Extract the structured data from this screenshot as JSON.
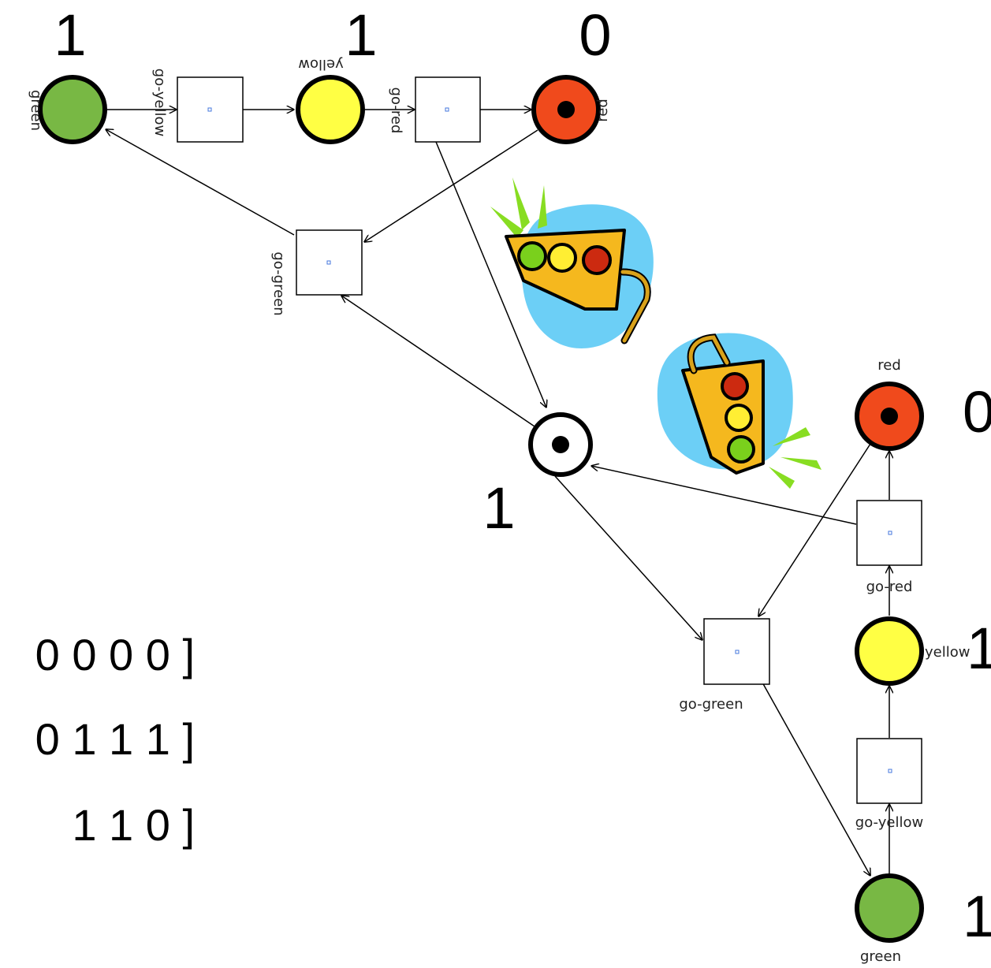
{
  "colors": {
    "green": "#78b844",
    "yellow": "#ffff44",
    "red": "#f04a1c",
    "outline": "#000000",
    "transition_marker": "#4477dd",
    "clipart_sky": "#6ccff6"
  },
  "top_net": {
    "place_labels": {
      "green": "green",
      "yellow": "yellow",
      "red": "red"
    },
    "transition_labels": {
      "go_yellow": "go-yellow",
      "go_red": "go-red",
      "go_green": "go-green"
    },
    "token_counts": {
      "green": "1",
      "yellow": "1",
      "red": "0"
    }
  },
  "shared_place": {
    "token_count": "1"
  },
  "bottom_net": {
    "place_labels": {
      "red": "red",
      "yellow": "yellow",
      "green": "green"
    },
    "transition_labels": {
      "go_red": "go-red",
      "go_yellow": "go-yellow",
      "go_green": "go-green"
    },
    "token_counts": {
      "red": "0",
      "yellow": "1",
      "green": "1"
    }
  },
  "vectors": [
    "0 0 0 0 ]",
    "0 1 1 1 ]",
    "1 1 0 ]"
  ],
  "icons": [
    "traffic-light-clipart-icon",
    "traffic-light-clipart-icon"
  ]
}
